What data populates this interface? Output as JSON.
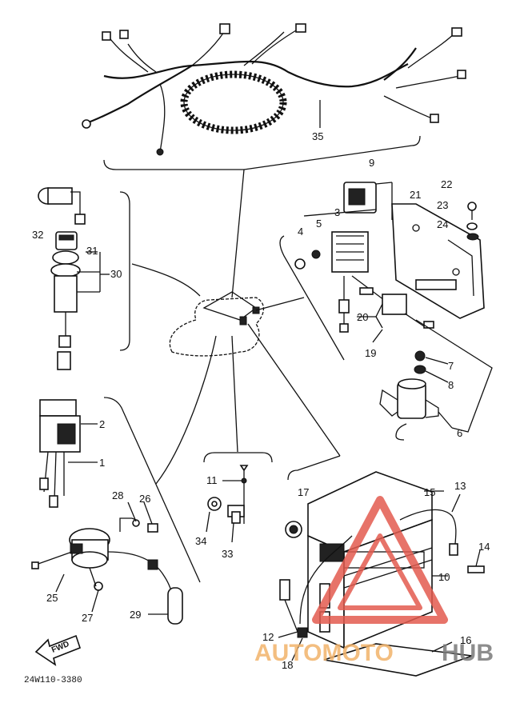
{
  "parts": {
    "p1": "1",
    "p2": "2",
    "p3": "3",
    "p4": "4",
    "p5": "5",
    "p6": "6",
    "p7": "7",
    "p8": "8",
    "p9": "9",
    "p10": "10",
    "p11": "11",
    "p12": "12",
    "p13": "13",
    "p14": "14",
    "p15": "15",
    "p16": "16",
    "p17": "17",
    "p18": "18",
    "p19": "19",
    "p20": "20",
    "p21": "21",
    "p22": "22",
    "p23": "23",
    "p24": "24",
    "p25": "25",
    "p26": "26",
    "p27": "27",
    "p28": "28",
    "p29": "29",
    "p30": "30",
    "p31": "31",
    "p32": "32",
    "p33": "33",
    "p34": "34",
    "p35": "35"
  },
  "fwd_label": "FWD",
  "drawing_code": "24W110-3380",
  "watermark": {
    "auto": "AUTOMOTO",
    "hub": "HUB"
  },
  "colors": {
    "line": "#111111",
    "watermark_red": "#e35b4f",
    "watermark_orange": "#f2b36b",
    "watermark_gray": "#7a7a7a"
  }
}
